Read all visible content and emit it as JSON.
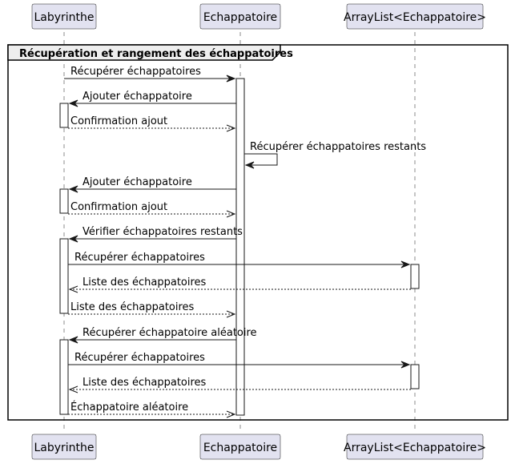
{
  "participants": [
    {
      "id": "labyrinthe",
      "label": "Labyrinthe"
    },
    {
      "id": "echappatoire",
      "label": "Echappatoire"
    },
    {
      "id": "arraylist",
      "label": "ArrayList<Echappatoire>"
    }
  ],
  "group": {
    "label": "Récupération et rangement des échappatoires"
  },
  "messages": [
    {
      "from": "labyrinthe",
      "to": "echappatoire",
      "label": "Récupérer échappatoires",
      "style": "solid"
    },
    {
      "from": "echappatoire",
      "to": "labyrinthe",
      "label": "Ajouter échappatoire",
      "style": "solid"
    },
    {
      "from": "labyrinthe",
      "to": "echappatoire",
      "label": "Confirmation ajout",
      "style": "dashed"
    },
    {
      "from": "echappatoire",
      "to": "echappatoire",
      "label": "Récupérer échappatoires restants",
      "style": "solid"
    },
    {
      "from": "echappatoire",
      "to": "labyrinthe",
      "label": "Ajouter échappatoire",
      "style": "solid"
    },
    {
      "from": "labyrinthe",
      "to": "echappatoire",
      "label": "Confirmation ajout",
      "style": "dashed"
    },
    {
      "from": "echappatoire",
      "to": "labyrinthe",
      "label": "Vérifier échappatoires restants",
      "style": "solid"
    },
    {
      "from": "labyrinthe",
      "to": "arraylist",
      "label": "Récupérer échappatoires",
      "style": "solid"
    },
    {
      "from": "arraylist",
      "to": "labyrinthe",
      "label": "Liste des échappatoires",
      "style": "dashed"
    },
    {
      "from": "labyrinthe",
      "to": "echappatoire",
      "label": "Liste des échappatoires",
      "style": "dashed"
    },
    {
      "from": "echappatoire",
      "to": "labyrinthe",
      "label": "Récupérer échappatoire aléatoire",
      "style": "solid"
    },
    {
      "from": "labyrinthe",
      "to": "arraylist",
      "label": "Récupérer échappatoires",
      "style": "solid"
    },
    {
      "from": "arraylist",
      "to": "labyrinthe",
      "label": "Liste des échappatoires",
      "style": "dashed"
    },
    {
      "from": "labyrinthe",
      "to": "echappatoire",
      "label": "Échappatoire aléatoire",
      "style": "dashed"
    }
  ]
}
